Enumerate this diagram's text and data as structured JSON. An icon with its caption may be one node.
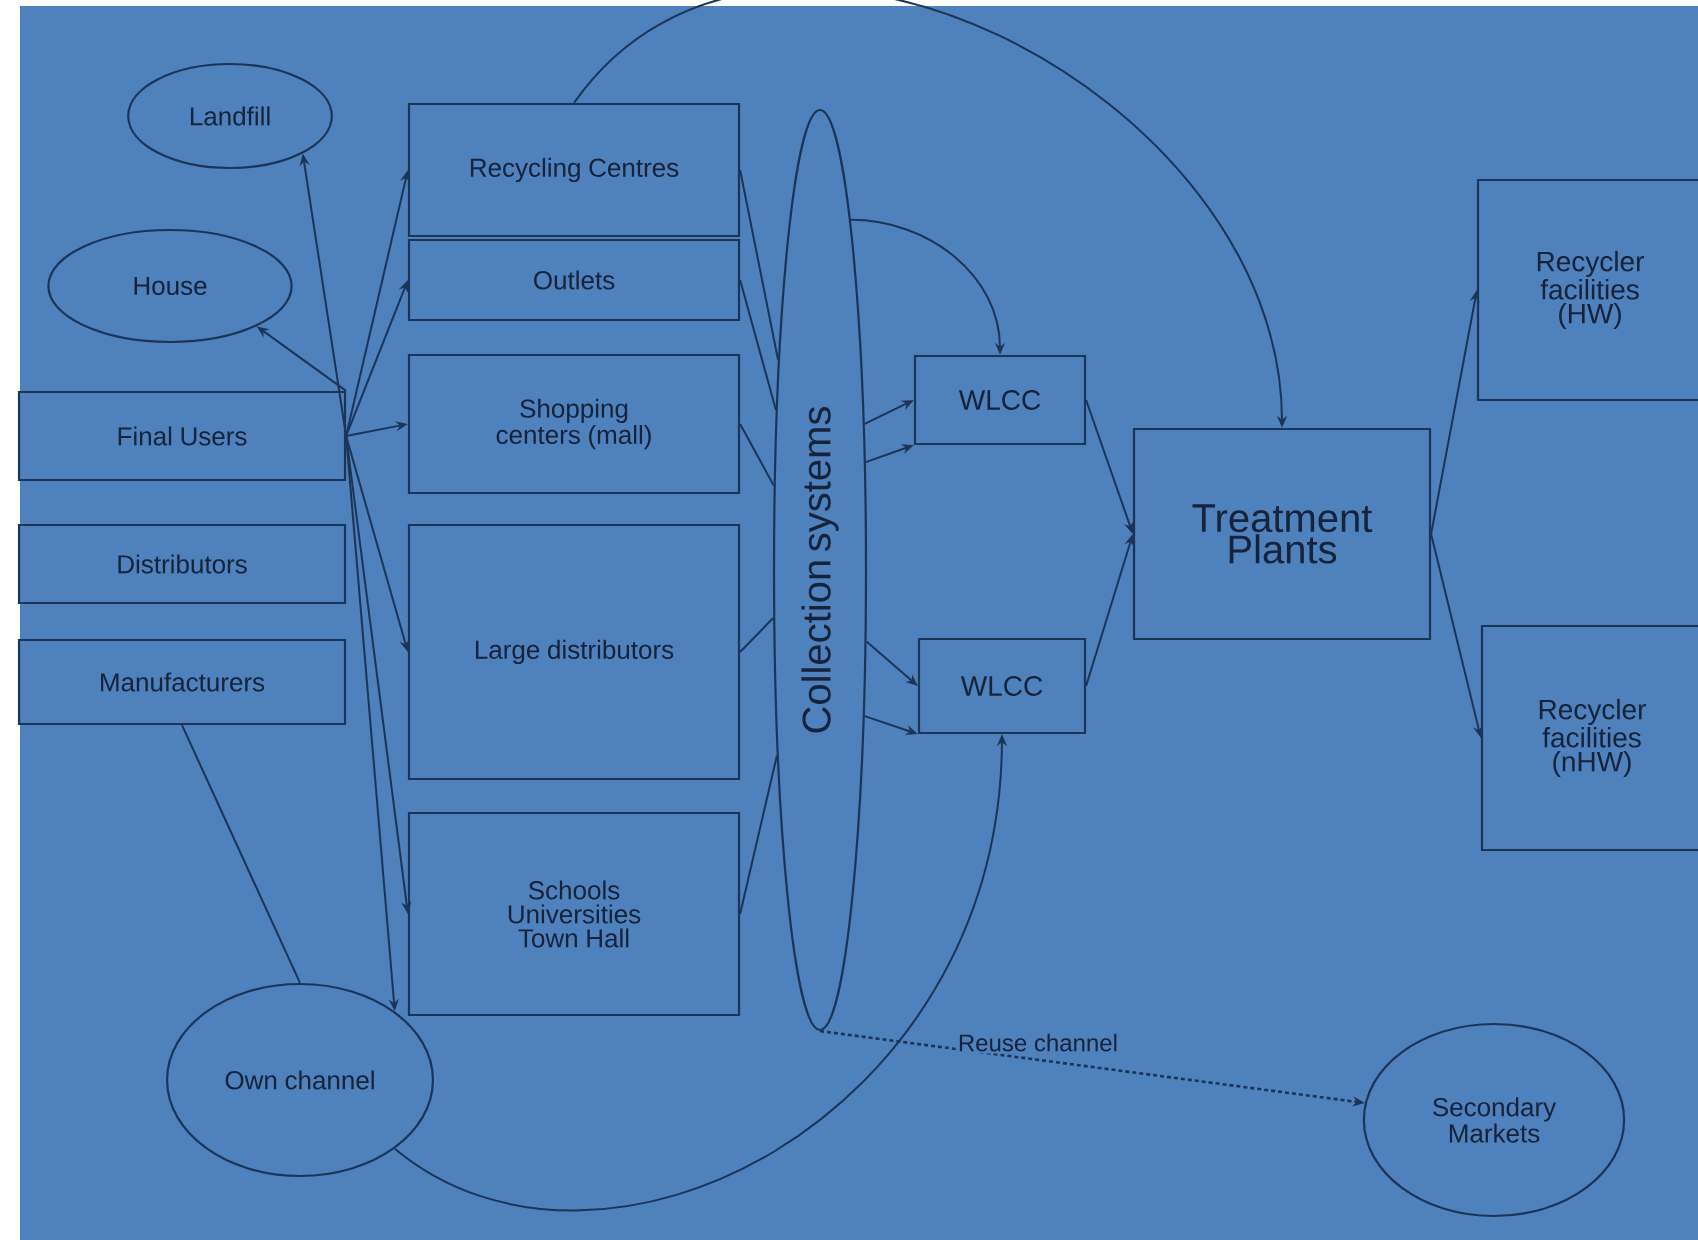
{
  "diagram": {
    "nodes": [
      {
        "text": [
          "Landfill"
        ]
      },
      {
        "text": [
          "House"
        ]
      },
      {
        "text": [
          "Recycling Centres"
        ]
      },
      {
        "text": [
          "Outlets"
        ]
      },
      {
        "text": [
          "Shopping centers (mall)"
        ]
      },
      {
        "text": [
          "Large distributors"
        ]
      },
      {
        "text": [
          "Schools Universities Town Hall"
        ]
      },
      {
        "text": [
          "Final Users"
        ]
      },
      {
        "text": [
          "Distributors"
        ]
      },
      {
        "text": [
          "Manufacturers"
        ]
      },
      {
        "text": [
          "Collection systems"
        ]
      },
      {
        "text": [
          "WLCC"
        ]
      },
      {
        "text": [
          "WLCC"
        ]
      },
      {
        "text": [
          "Treatment Plants"
        ]
      },
      {
        "text": [
          "Recycler facilities (HW)"
        ]
      },
      {
        "text": [
          "Recycler facilities (nHW)"
        ]
      },
      {
        "text": [
          "Own channel"
        ]
      },
      {
        "text": [
          "Secondary Markets"
        ]
      }
    ],
    "edges": [
      {
        "from": 7,
        "to": 0,
        "arrow": "to"
      },
      {
        "from": 7,
        "to": 1,
        "arrow": "to"
      },
      {
        "from": 7,
        "to": 2,
        "arrow": "to"
      },
      {
        "from": 7,
        "to": 3,
        "arrow": "to"
      },
      {
        "from": 7,
        "to": 4,
        "arrow": "to"
      },
      {
        "from": 7,
        "to": 5,
        "arrow": "to"
      },
      {
        "from": 7,
        "to": 6,
        "arrow": "to"
      },
      {
        "from": 7,
        "to": 16,
        "arrow": "to"
      },
      {
        "from": 9,
        "to": 16,
        "arrow": "none"
      },
      {
        "from": 2,
        "to": 10,
        "arrow": "none"
      },
      {
        "from": 3,
        "to": 10,
        "arrow": "none"
      },
      {
        "from": 4,
        "to": 10,
        "arrow": "none"
      },
      {
        "from": 5,
        "to": 10,
        "arrow": "none"
      },
      {
        "from": 6,
        "to": 10,
        "arrow": "none"
      },
      {
        "from": 10,
        "to": 11,
        "arrow": "to"
      },
      {
        "from": 10,
        "to": 11,
        "arrow": "to"
      },
      {
        "from": 10,
        "to": 11,
        "arrow": "to"
      },
      {
        "from": 10,
        "to": 12,
        "arrow": "to"
      },
      {
        "from": 10,
        "to": 12,
        "arrow": "to"
      },
      {
        "from": 2,
        "to": 13,
        "arrow": "to"
      },
      {
        "from": 11,
        "to": 13,
        "arrow": "to"
      },
      {
        "from": 12,
        "to": 13,
        "arrow": "to"
      },
      {
        "from": 13,
        "to": 14,
        "arrow": "to"
      },
      {
        "from": 13,
        "to": 15,
        "arrow": "to"
      },
      {
        "from": 16,
        "to": 12,
        "arrow": "to"
      },
      {
        "from": 10,
        "to": 17,
        "arrow": "to",
        "style": "dashed",
        "label": "Reuse channel"
      }
    ]
  }
}
